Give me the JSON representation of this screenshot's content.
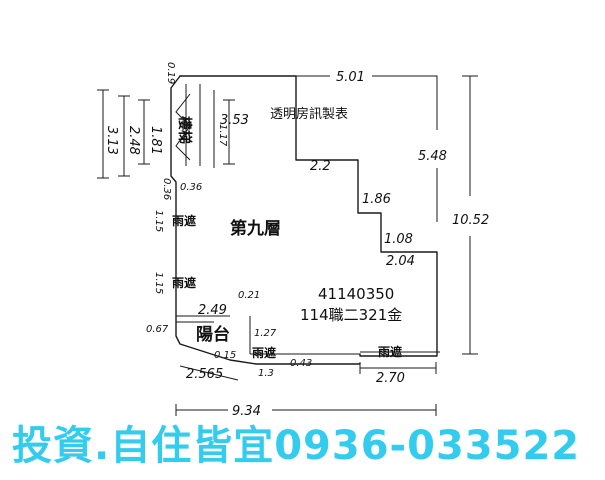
{
  "header": {
    "watermark": "透明房訊製表"
  },
  "floor_label": "第九層",
  "registration": {
    "number": "41140350",
    "issuer": "114職二321金"
  },
  "rooms": {
    "stair": "樓梯",
    "balcony": "陽台",
    "rain_shelters": [
      "雨遮",
      "雨遮",
      "雨遮",
      "雨遮"
    ]
  },
  "dimensions": {
    "top_width": "5.01",
    "total_width": "9.34",
    "right_total_height": "10.52",
    "right_upper_height": "5.48",
    "left_total": "3.13",
    "left_a": "2.48",
    "left_b": "1.81",
    "stair_top": "0.36",
    "stair_right": "3.53",
    "stair_mid": "1.17",
    "stair_bottom": "0.36",
    "step_a": "2.2",
    "step_b": "1.86",
    "step_c": "1.08",
    "step_d": "2.04",
    "shelter_left_1": "1.15",
    "shelter_left_2": "1.15",
    "bal_width": "2.49",
    "bal_small": "0.21",
    "bal_side": "1.27",
    "bal_left": "0.67",
    "bal_bottom_small": "0.15",
    "bal_bottom": "2.565",
    "bottom_mid": "1.3",
    "bottom_gap": "0.43",
    "bottom_right": "2.70",
    "stair_left_small": "0.19"
  },
  "ad": {
    "text": "投資.自住皆宜0936-033522"
  }
}
